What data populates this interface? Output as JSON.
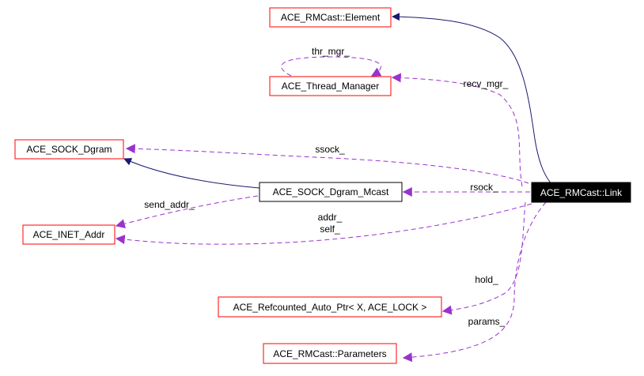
{
  "colors": {
    "class_border": "#ff0000",
    "base_border": "#000000",
    "focus_fill": "#000000",
    "focus_text": "#ffffff",
    "inheritance_edge": "#191970",
    "usage_edge": "#9a32cd"
  },
  "nodes": {
    "element": "ACE_RMCast::Element",
    "thread_manager": "ACE_Thread_Manager",
    "sock_dgram": "ACE_SOCK_Dgram",
    "sock_dgram_mcast": "ACE_SOCK_Dgram_Mcast",
    "link": "ACE_RMCast::Link",
    "inet_addr": "ACE_INET_Addr",
    "refcounted_auto_ptr": "ACE_Refcounted_Auto_Ptr< X, ACE_LOCK >",
    "parameters": "ACE_RMCast::Parameters"
  },
  "edge_labels": {
    "thr_mgr": "thr_mgr_",
    "recv_mgr": "recv_mgr_",
    "ssock": "ssock_",
    "rsock": "rsock_",
    "send_addr": "send_addr_",
    "addr": "addr_",
    "self": "self_",
    "hold": "hold_",
    "params": "params_"
  }
}
